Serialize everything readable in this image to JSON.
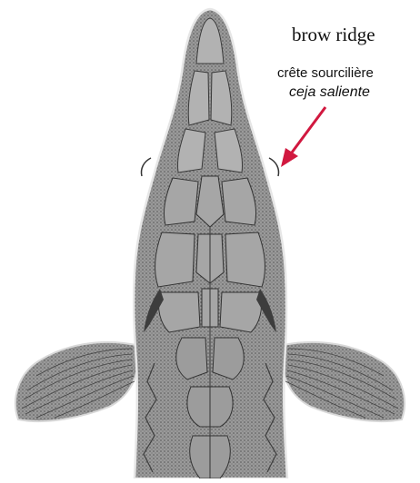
{
  "illustration": {
    "subject": "sturgeon-head-top-view",
    "fill_color": "#8e8e8e",
    "plate_color": "#a9a9a9",
    "line_color": "#3a3a3a"
  },
  "callout": {
    "label_en": "brow ridge",
    "label_fr": "crête sourcilière",
    "label_es": "ceja saliente",
    "arrow_color": "#d1183f"
  }
}
